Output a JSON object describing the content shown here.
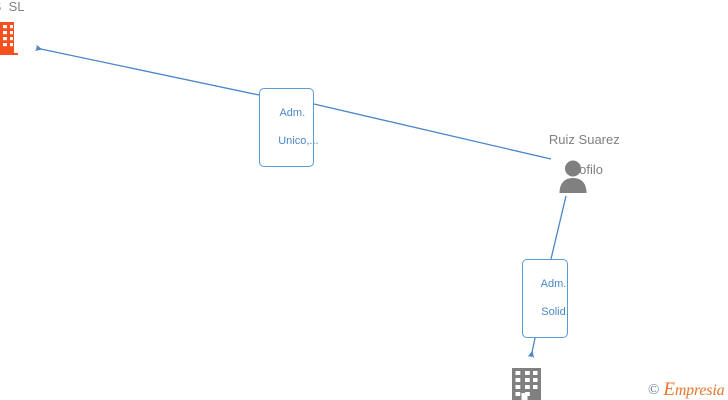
{
  "diagram": {
    "type": "corporate-relationship-graph",
    "background_color": "#ffffff",
    "edge_color": "#4a86c8",
    "nodes": [
      {
        "id": "company-top-left",
        "kind": "company",
        "icon": "building-icon",
        "icon_color": "#f4511e",
        "label": "BS  SL",
        "label_color": "#808080",
        "clipped": "true"
      },
      {
        "id": "person-center",
        "kind": "person",
        "icon": "person-icon",
        "icon_color": "#808080",
        "label_line1": "Ruiz Suarez",
        "label_line2": "Teofilo",
        "label_color": "#808080"
      },
      {
        "id": "company-bottom",
        "kind": "company",
        "icon": "building-icon",
        "icon_color": "#808080",
        "label": ""
      }
    ],
    "edges": [
      {
        "id": "edge-person-to-company-top",
        "from": "person-center",
        "to": "company-top-left",
        "chip_label_line1": "Adm.",
        "chip_label_line2": "Unico,...",
        "chip_text_color": "#4a86c8",
        "chip_border_color": "#5b9bd5",
        "arrow_at": "company-top-left"
      },
      {
        "id": "edge-person-to-company-bottom",
        "from": "person-center",
        "to": "company-bottom",
        "chip_label_line1": "Adm.",
        "chip_label_line2": "Solid.",
        "chip_text_color": "#4a86c8",
        "chip_border_color": "#5b9bd5",
        "arrow_at": "company-bottom"
      }
    ]
  },
  "watermark": {
    "copyright_symbol": "©",
    "brand_initial": "E",
    "brand_rest": "mpresia",
    "brand_color": "#e8762c",
    "symbol_color": "#6b7f99"
  }
}
